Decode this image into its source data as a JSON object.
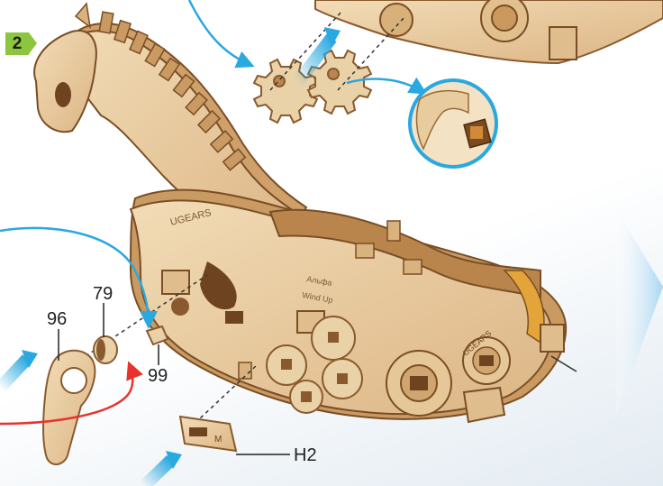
{
  "step": {
    "number": "2"
  },
  "part_labels": {
    "p96": "96",
    "p79": "79",
    "p99": "99",
    "h2": "H2"
  },
  "engravings": {
    "brand": "UGEARS",
    "wind_text_1": "Альфа",
    "wind_text_2": "Wind Up",
    "brand_2": "UGEARS",
    "small_mark": "M"
  },
  "colors": {
    "badge": "#8cc63f",
    "arrow_blue": "#2aa8e0",
    "arrow_red": "#e8322d",
    "wood_light": "#ead2a8",
    "wood_mid": "#d9b27e",
    "wood_dark": "#8a5a2e",
    "next_arrow": "#bfe0f5"
  }
}
